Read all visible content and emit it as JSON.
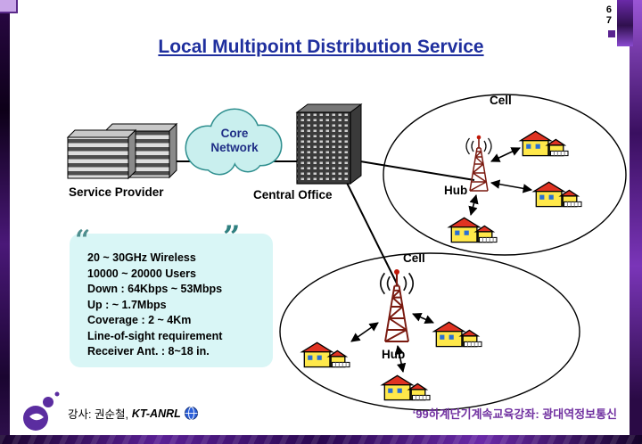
{
  "page": {
    "number_top": "6",
    "number_bottom": "7",
    "title": "Local Multipoint Distribution Service"
  },
  "diagram": {
    "service_provider_label": "Service Provider",
    "central_office_label": "Central Office",
    "core_network": {
      "line1": "Core",
      "line2": "Network"
    },
    "top_cell": {
      "label": "Cell",
      "hub": "Hub"
    },
    "bottom_cell": {
      "label": "Cell",
      "hub": "Hub"
    }
  },
  "callout": {
    "open_quote": "“",
    "close_quote": "”",
    "lines": [
      "20 ~ 30GHz Wireless",
      "10000 ~ 20000 Users",
      "Down : 64Kbps ~ 53Mbps",
      "Up : ~ 1.7Mbps",
      "Coverage : 2 ~ 4Km",
      "Line-of-sight requirement",
      "Receiver Ant. : 8~18 in."
    ]
  },
  "footer": {
    "instructor_prefix": "강사: 권순철,",
    "instructor_org": "KT-ANRL",
    "course": "‘99하계단기계속교육강좌: 광대역정보통신"
  },
  "colors": {
    "title_blue": "#1f2f9e",
    "accent_purple": "#7030a0",
    "callout_cyan": "#d9f6f6",
    "cloud_teal": "#2f8f8f",
    "house_roof_red": "#e03322",
    "house_wall_yellow": "#ffe84a",
    "tower_red": "#7a1a10"
  }
}
